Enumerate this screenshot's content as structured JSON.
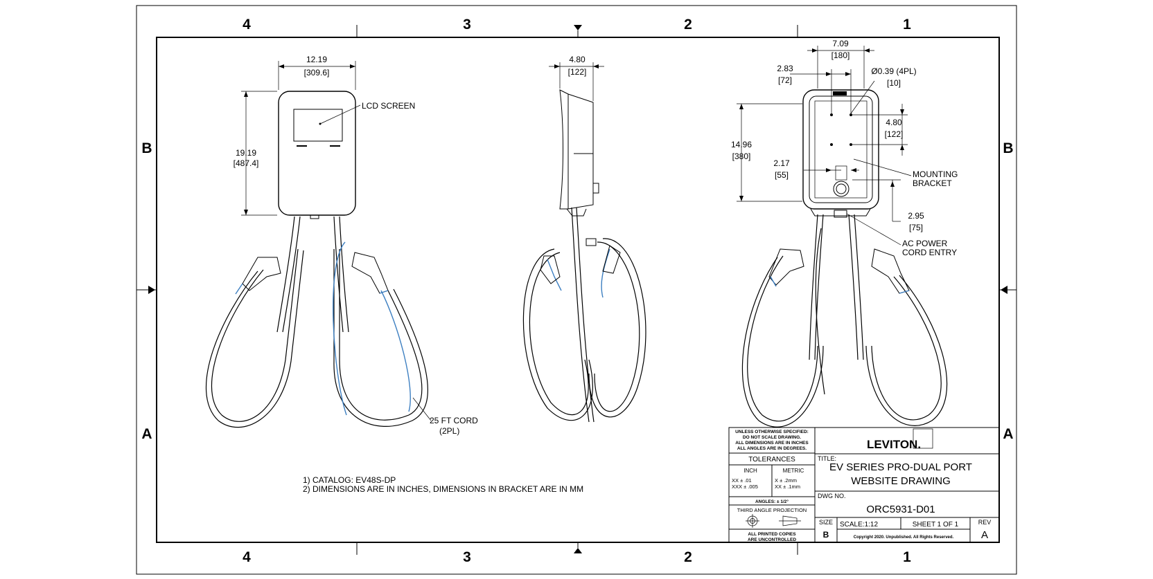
{
  "zones": {
    "top": [
      "4",
      "3",
      "2",
      "1"
    ],
    "bottom": [
      "4",
      "3",
      "2",
      "1"
    ],
    "left": [
      "B",
      "A"
    ],
    "right": [
      "B",
      "A"
    ]
  },
  "front_view": {
    "width_in": "12.19",
    "width_mm": "[309.6]",
    "height_in": "19.19",
    "height_mm": "[487.4]",
    "lcd_label": "LCD SCREEN",
    "cord_label_1": "25 FT CORD",
    "cord_label_2": "(2PL)"
  },
  "side_view": {
    "depth_in": "4.80",
    "depth_mm": "[122]"
  },
  "rear_view": {
    "top_width_in": "7.09",
    "top_width_mm": "[180]",
    "offset_in": "2.83",
    "offset_mm": "[72]",
    "hole_in": "Ø0.39 (4PL)",
    "hole_mm": "[10]",
    "hole_spacing_in": "4.80",
    "hole_spacing_mm": "[122]",
    "height_in": "14.96",
    "height_mm": "[380]",
    "bracket_offset_in": "2.17",
    "bracket_offset_mm": "[55]",
    "mounting_1": "MOUNTING",
    "mounting_2": "BRACKET",
    "bottom_in": "2.95",
    "bottom_mm": "[75]",
    "ac_1": "AC POWER",
    "ac_2": "CORD ENTRY"
  },
  "notes": [
    "1) CATALOG: EV48S-DP",
    "2) DIMENSIONS ARE IN INCHES, DIMENSIONS IN BRACKET ARE IN MM"
  ],
  "title_block": {
    "unless": [
      "UNLESS OTHERWISE SPECIFIED:",
      "DO NOT SCALE DRAWING.",
      "ALL DIMENSIONS ARE IN INCHES",
      "ALL ANGLES ARE IN DEGREES."
    ],
    "tolerances": "TOLERANCES",
    "inch": "INCH",
    "metric": "METRIC",
    "inch_rows": [
      "XX  ± .01",
      "XXX ± .005"
    ],
    "metric_rows": [
      "X  ± .2mm",
      "XX ± .1mm"
    ],
    "angles": "ANGLES: ± 1/2°",
    "projection": "THIRD ANGLE PROJECTION",
    "copies_1": "ALL PRINTED COPIES",
    "copies_2": "ARE UNCONTROLLED",
    "logo": "LEVITON.",
    "title_label": "TITLE:",
    "title_1": "EV SERIES PRO-DUAL PORT",
    "title_2": "WEBSITE DRAWING",
    "dwg_label": "DWG NO.",
    "dwg_no": "ORC5931-D01",
    "size_label": "SIZE",
    "size": "B",
    "scale": "SCALE:1:12",
    "sheet": "SHEET 1 OF 1",
    "rev_label": "REV",
    "rev": "A",
    "copyright": "Copyright 2020. Unpublished. All Rights Reserved."
  }
}
